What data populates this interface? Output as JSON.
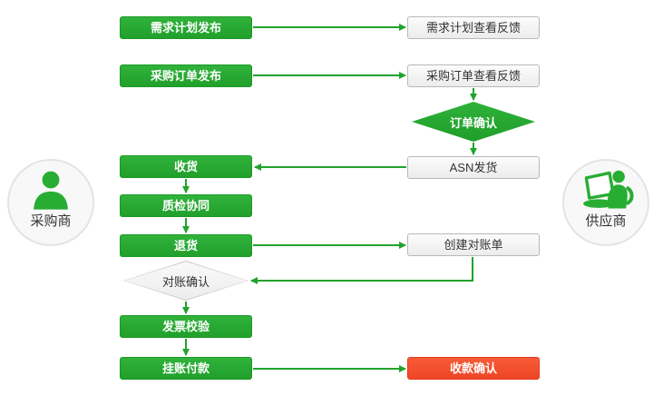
{
  "colors": {
    "line_green": "#21a32b",
    "box_green": "#28ad33",
    "box_red": "#f4502e",
    "light_box_bg": "#f3f3f3",
    "light_box_border": "#b9b9b9",
    "actor_circle_bg": "#f8f8f8",
    "text_dark": "#333333"
  },
  "actors": {
    "buyer": {
      "label": "采购商",
      "icon": "person-icon"
    },
    "supplier": {
      "label": "供应商",
      "icon": "person-with-laptop-icon"
    }
  },
  "nodes": {
    "demand_plan_publish": {
      "label": "需求计划发布",
      "type": "process-buyer"
    },
    "purchase_order_publish": {
      "label": "采购订单发布",
      "type": "process-buyer"
    },
    "receive_goods": {
      "label": "收货",
      "type": "process-buyer"
    },
    "quality_collab": {
      "label": "质检协同",
      "type": "process-buyer"
    },
    "return_goods": {
      "label": "退货",
      "type": "process-buyer"
    },
    "invoice_check": {
      "label": "发票校验",
      "type": "process-buyer"
    },
    "account_payment": {
      "label": "挂账付款",
      "type": "process-buyer"
    },
    "demand_plan_feedback": {
      "label": "需求计划查看反馈",
      "type": "process-supplier"
    },
    "purchase_order_feedback": {
      "label": "采购订单查看反馈",
      "type": "process-supplier"
    },
    "order_confirm": {
      "label": "订单确认",
      "type": "decision-green"
    },
    "asn_delivery": {
      "label": "ASN发货",
      "type": "process-supplier"
    },
    "create_statement": {
      "label": "创建对账单",
      "type": "process-supplier"
    },
    "statement_confirm": {
      "label": "对账确认",
      "type": "decision-light"
    },
    "payment_confirm": {
      "label": "收款确认",
      "type": "terminal-red"
    }
  },
  "flows": [
    "需求计划发布 → 需求计划查看反馈",
    "采购订单发布 → 采购订单查看反馈",
    "采购订单查看反馈 → 订单确认",
    "订单确认 → ASN发货",
    "ASN发货 → 收货",
    "收货 → 质检协同",
    "质检协同 → 退货",
    "退货 → 创建对账单",
    "创建对账单 → 对账确认",
    "对账确认 → 发票校验",
    "发票校验 → 挂账付款",
    "挂账付款 → 收款确认"
  ]
}
